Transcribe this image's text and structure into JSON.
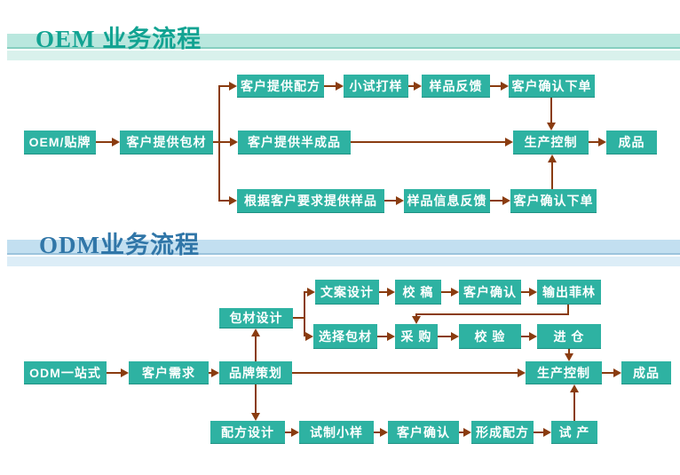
{
  "colors": {
    "box": "#2eb2a2",
    "box_text": "#ffffff",
    "arrow": "#8a3c10",
    "oem_title": "#12a392",
    "oem_bar": "#b9e7de",
    "oem_bar_edge": "#86cfc0",
    "oem_bar2": "#d9f1ec",
    "odm_title": "#3076a8",
    "odm_bar": "#c2dff0",
    "odm_bar_edge": "#9cc4dd",
    "odm_bar2": "#dcedf7"
  },
  "oem": {
    "title": "OEM 业务流程",
    "nodes": {
      "start": "OEM/贴牌",
      "provide_packaging": "客户提供包材",
      "provide_formula": "客户提供配方",
      "small_trial": "小试打样",
      "sample_feedback": "样品反馈",
      "confirm_order_top": "客户确认下单",
      "semi_finished": "客户提供半成品",
      "production_control": "生产控制",
      "finished_product": "成品",
      "sample_per_request": "根据客户要求提供样品",
      "sample_info_feedback": "样品信息反馈",
      "confirm_order_bottom": "客户确认下单"
    }
  },
  "odm": {
    "title": "ODM业务流程",
    "nodes": {
      "copy_design": "文案设计",
      "proofreading": "校 稿",
      "customer_confirm_a": "客户确认",
      "output_film": "输出菲林",
      "packaging_design": "包材设计",
      "select_packaging": "选择包材",
      "purchase": "采 购",
      "inspection": "校 验",
      "warehousing": "进 仓",
      "start": "ODM一站式",
      "customer_demand": "客户需求",
      "brand_planning": "品牌策划",
      "production_control": "生产控制",
      "finished_product": "成品",
      "formula_design": "配方设计",
      "trial_sample": "试制小样",
      "customer_confirm_b": "客户确认",
      "form_formula": "形成配方",
      "trial_production": "试 产"
    }
  }
}
